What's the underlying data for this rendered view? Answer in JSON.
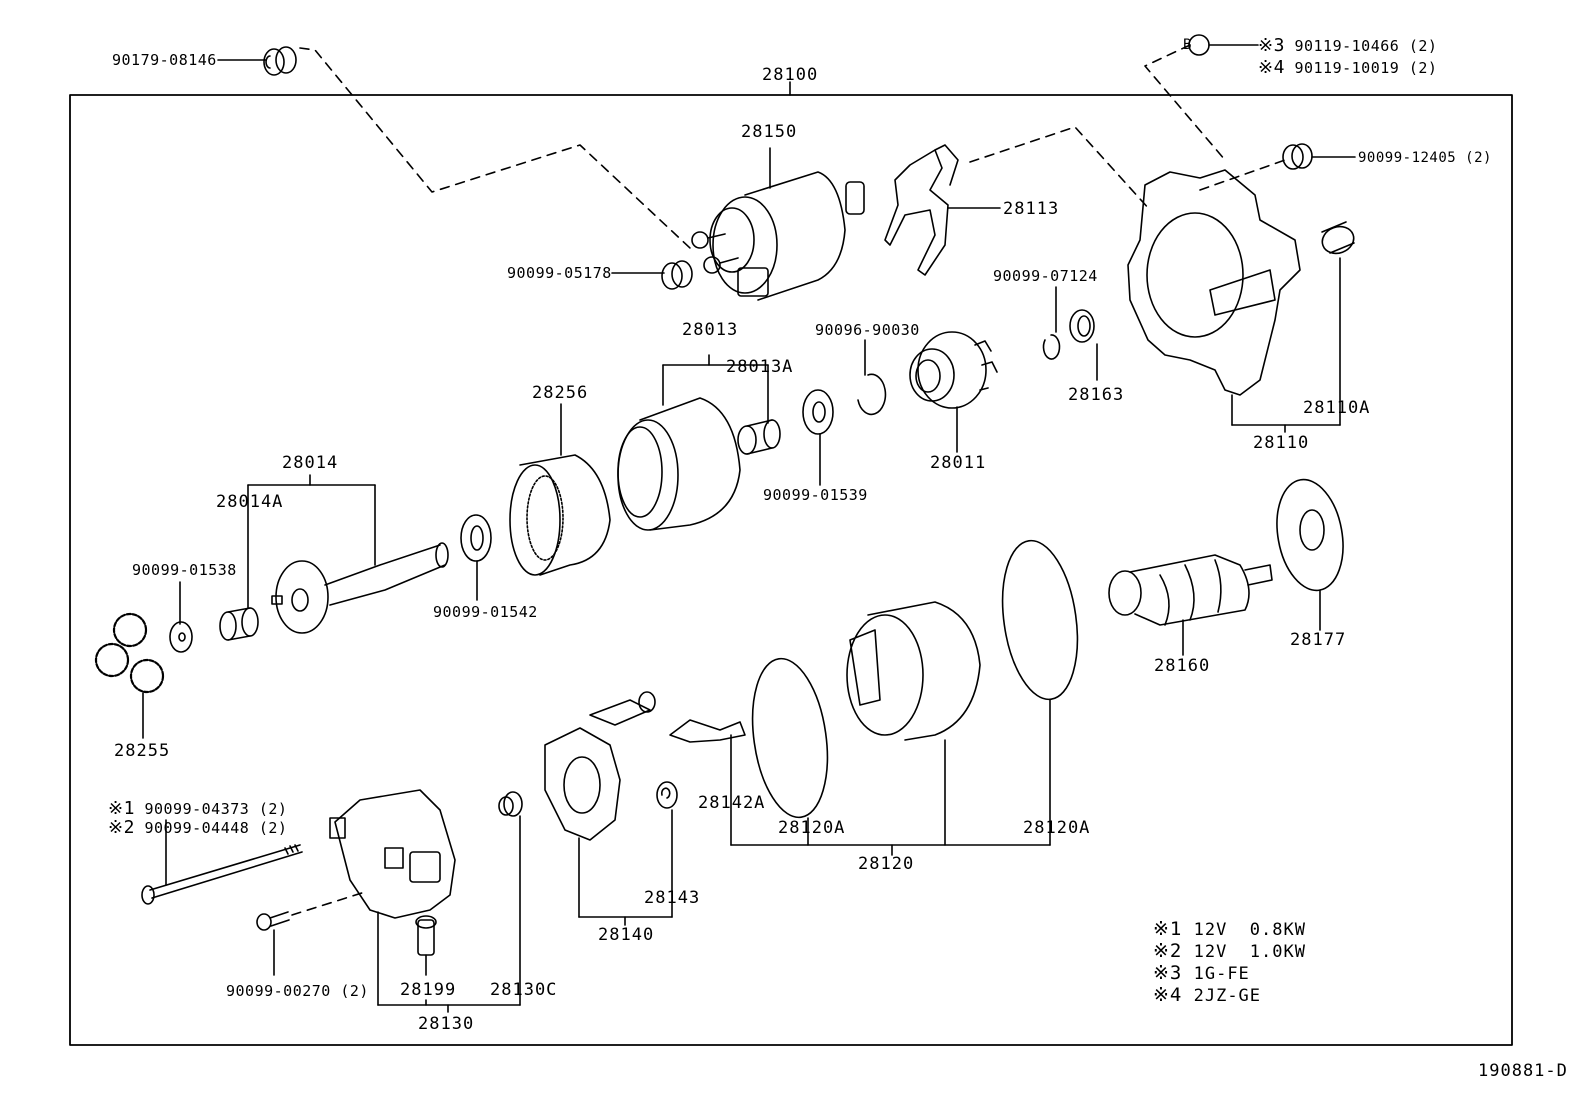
{
  "diagram": {
    "title_part": "28100",
    "figure_code": "190881-D",
    "reference_marker": "B",
    "parts": {
      "p90179_08146": "90179-08146",
      "p28100": "28100",
      "p28150": "28150",
      "p90099_05178": "90099-05178",
      "p28113": "28113",
      "p90099_12405": "90099-12405 (2)",
      "p28013": "28013",
      "p28013A": "28013A",
      "p90096_90030": "90096-90030",
      "p90099_07124": "90099-07124",
      "p28163": "28163",
      "p28256": "28256",
      "p28011": "28011",
      "p28110A": "28110A",
      "p28110": "28110",
      "p90099_01539": "90099-01539",
      "p28014": "28014",
      "p28014A": "28014A",
      "p90099_01538": "90099-01538",
      "p90099_01542": "90099-01542",
      "p28255": "28255",
      "p28160": "28160",
      "p28177": "28177",
      "p28142A": "28142A",
      "p28120A_left": "28120A",
      "p28120A_right": "28120A",
      "p28120": "28120",
      "p28143": "28143",
      "p28140": "28140",
      "p90099_00270": "90099-00270 (2)",
      "p28199": "28199",
      "p28130C": "28130C",
      "p28130": "28130"
    },
    "bolt_variants": [
      {
        "mark": "※1",
        "part": "90099-04373 (2)"
      },
      {
        "mark": "※2",
        "part": "90099-04448 (2)"
      }
    ],
    "marker_variants": [
      {
        "mark": "※3",
        "part": "90119-10466 (2)"
      },
      {
        "mark": "※4",
        "part": "90119-10019 (2)"
      }
    ],
    "legend": [
      {
        "mark": "※1",
        "text": "12V  0.8KW"
      },
      {
        "mark": "※2",
        "text": "12V  1.0KW"
      },
      {
        "mark": "※3",
        "text": "1G-FE"
      },
      {
        "mark": "※4",
        "text": "2JZ-GE"
      }
    ]
  }
}
